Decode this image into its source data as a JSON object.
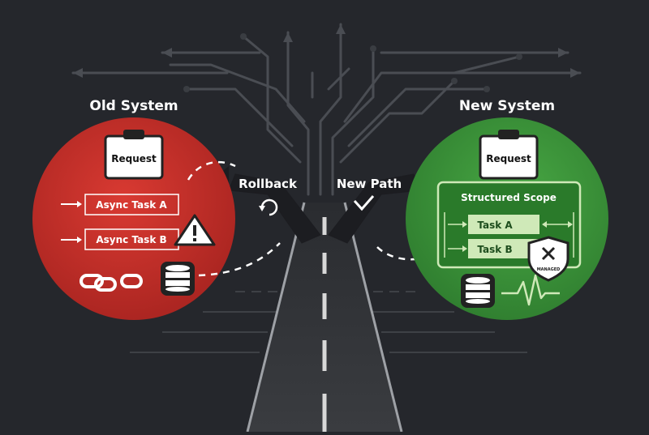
{
  "old_system": {
    "title": "Old System",
    "request_label": "Request",
    "task_a": "Async Task A",
    "task_b": "Async Task B",
    "color": "#c8302c"
  },
  "new_system": {
    "title": "New System",
    "request_label": "Request",
    "scope_label": "Structured Scope",
    "task_a": "Task A",
    "task_b": "Task B",
    "badge_label": "MANAGED",
    "color": "#3d9a3d"
  },
  "paths": {
    "rollback_label": "Rollback",
    "new_path_label": "New Path"
  },
  "icons": [
    "clipboard-icon",
    "warning-icon",
    "broken-chain-icon",
    "database-icon",
    "refresh-icon",
    "check-icon",
    "shield-x-icon",
    "heartbeat-icon"
  ]
}
